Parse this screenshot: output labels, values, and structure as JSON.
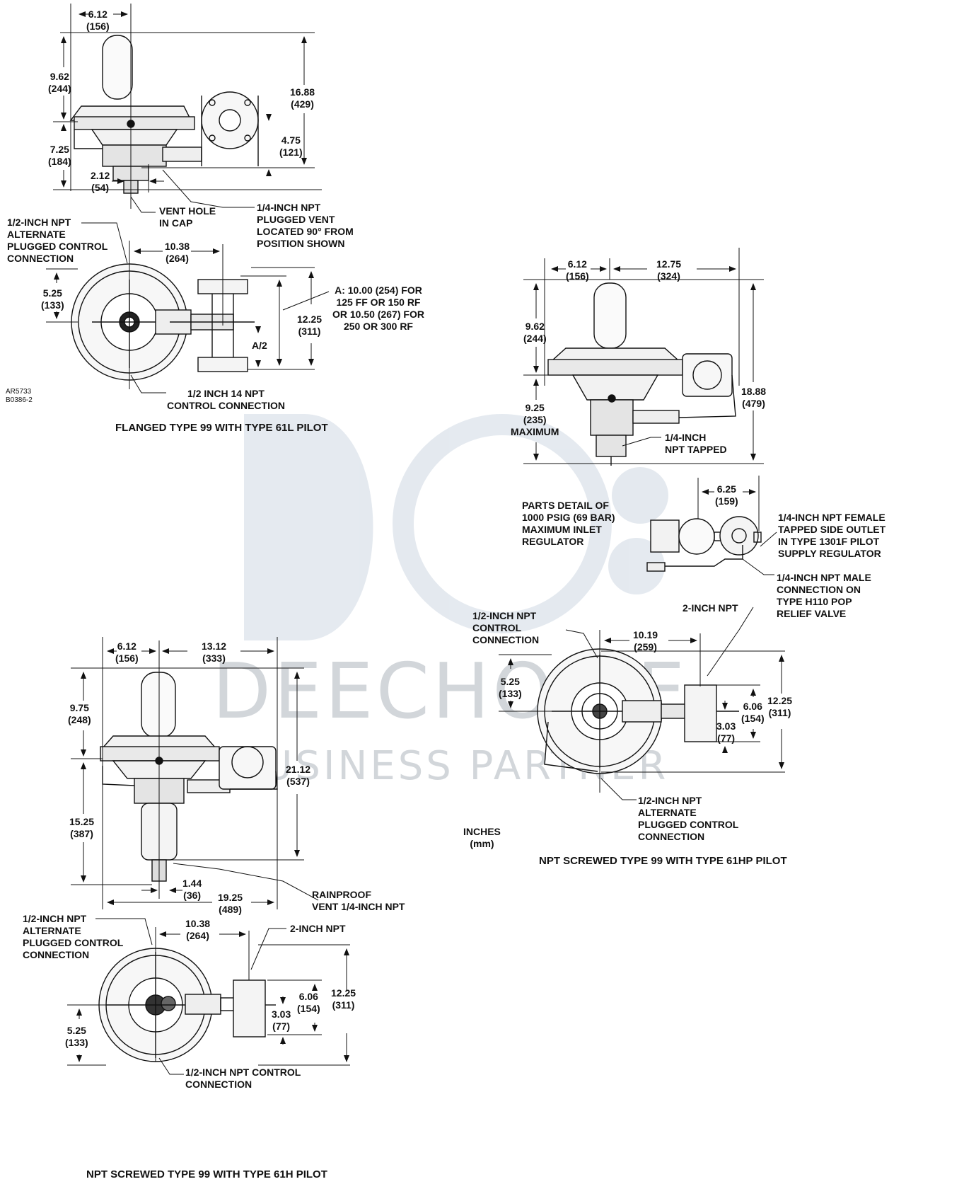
{
  "watermark": {
    "line1": "DEECHOICE",
    "line2": "BUSINESS PARTNER"
  },
  "doc_ids": "AR5733\nB0386-2",
  "units_legend": "INCHES\n(mm)",
  "figures": {
    "flanged_61L": {
      "caption": "FLANGED TYPE 99 WITH TYPE 61L PILOT",
      "dims": {
        "d612": "6.12\n(156)",
        "d962": "9.62\n(244)",
        "d725": "7.25\n(184)",
        "d212": "2.12\n(54)",
        "d1688": "16.88\n(429)",
        "d475": "4.75\n(121)",
        "d1038": "10.38\n(264)",
        "d525": "5.25\n(133)",
        "d1225": "12.25\n(311)",
        "a2": "A/2"
      },
      "callouts": {
        "vent_hole": "VENT HOLE\nIN CAP",
        "plugged_vent": "1/4-INCH NPT\nPLUGGED VENT\nLOCATED 90° FROM\nPOSITION SHOWN",
        "alt_control": "1/2-INCH NPT\nALTERNATE\nPLUGGED CONTROL\nCONNECTION",
        "a_note": "A: 10.00 (254) FOR\n125 FF OR 150 RF\nOR 10.50 (267) FOR\n250 OR 300 RF",
        "control": "1/2 INCH 14 NPT\nCONTROL CONNECTION"
      }
    },
    "screwed_61HP": {
      "caption": "NPT SCREWED TYPE 99 WITH TYPE 61HP PILOT",
      "dims": {
        "d612": "6.12\n(156)",
        "d1275": "12.75\n(324)",
        "d962": "9.62\n(244)",
        "d925": "9.25\n(235)\nMAXIMUM",
        "d1888": "18.88\n(479)",
        "d625": "6.25\n(159)",
        "d1019": "10.19\n(259)",
        "d525": "5.25\n(133)",
        "d606": "6.06\n(154)",
        "d303": "3.03\n(77)",
        "d1225": "12.25\n(311)"
      },
      "callouts": {
        "tapped": "1/4-INCH\nNPT TAPPED",
        "parts_detail": "PARTS DETAIL OF\n1000 PSIG (69 BAR)\nMAXIMUM INLET\nREGULATOR",
        "female_outlet": "1/4-INCH NPT FEMALE\nTAPPED SIDE OUTLET\nIN TYPE 1301F PILOT\nSUPPLY REGULATOR",
        "male_conn": "1/4-INCH NPT MALE\nCONNECTION ON\nTYPE H110 POP\nRELIEF VALVE",
        "control": "1/2-INCH NPT\nCONTROL\nCONNECTION",
        "two_inch": "2-INCH NPT",
        "alt_control": "1/2-INCH NPT\nALTERNATE\nPLUGGED CONTROL\nCONNECTION"
      }
    },
    "screwed_61H": {
      "caption": "NPT SCREWED TYPE 99 WITH TYPE 61H PILOT",
      "dims": {
        "d612": "6.12\n(156)",
        "d1312": "13.12\n(333)",
        "d975": "9.75\n(248)",
        "d2112": "21.12\n(537)",
        "d1525": "15.25\n(387)",
        "d144": "1.44\n(36)",
        "d1925": "19.25\n(489)",
        "d1038": "10.38\n(264)",
        "d606": "6.06\n(154)",
        "d303": "3.03\n(77)",
        "d1225": "12.25\n(311)",
        "d525": "5.25\n(133)"
      },
      "callouts": {
        "rainproof": "RAINPROOF\nVENT 1/4-INCH NPT",
        "alt_control": "1/2-INCH NPT\nALTERNATE\nPLUGGED CONTROL\nCONNECTION",
        "two_inch": "2-INCH NPT",
        "control": "1/2-INCH NPT CONTROL\nCONNECTION"
      }
    }
  }
}
